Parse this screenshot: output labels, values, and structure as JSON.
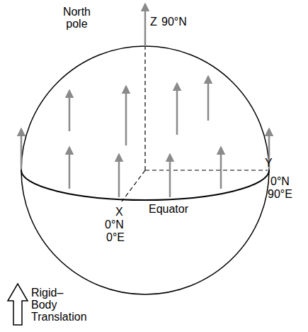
{
  "diagram": {
    "labels": [
      "North pole",
      "Z",
      "90°N",
      "X",
      "0°N",
      "0°E",
      "Equator",
      "Y",
      "0°N",
      "90°E"
    ],
    "legend": [
      {
        "text": "Rigid–Body Translation"
      }
    ]
  }
}
